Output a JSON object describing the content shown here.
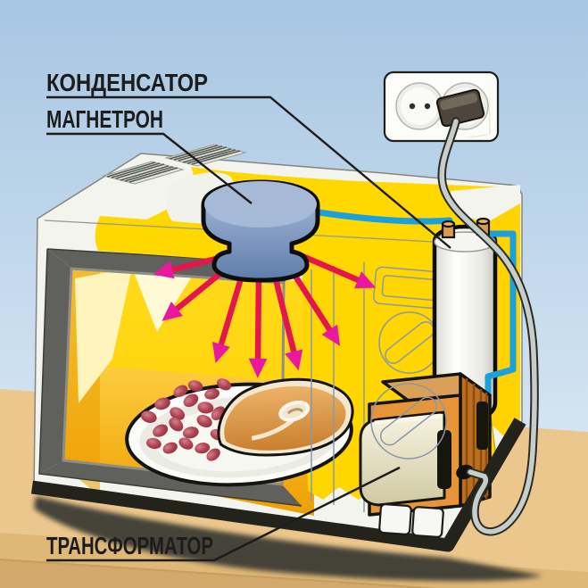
{
  "diagram": {
    "title": "Microwave oven cutaway diagram",
    "labels": {
      "capacitor": "КОНДЕНСАТОР",
      "magnetron": "МАГНЕТРОН",
      "transformer": "ТРАНСФОРМАТОР"
    },
    "colors": {
      "sky_top": "#a7c6e2",
      "sky_bottom": "#ddeaf5",
      "table_top": "#ecc78d",
      "table_mid": "#dfb878",
      "table_front": "#d3a96b",
      "oven_body": "#f4f4ef",
      "door_frame": "#60605c",
      "interior_yellow": "#ffd800",
      "cavity_floor": "#f1a703",
      "magnetron_blue": "#8ba2c8",
      "arrow_shaft": "#e4164d",
      "arrow_head": "#ea18a0",
      "wire_blue": "#1aa0dc",
      "capacitor_body": "#f2f2ee",
      "terminal_orange": "#d99c4e",
      "transformer_core": "#e6953a",
      "transformer_coil": "#efe9cd",
      "cable_gray": "#c6cecb",
      "label_text": "#1c1c1c"
    }
  }
}
